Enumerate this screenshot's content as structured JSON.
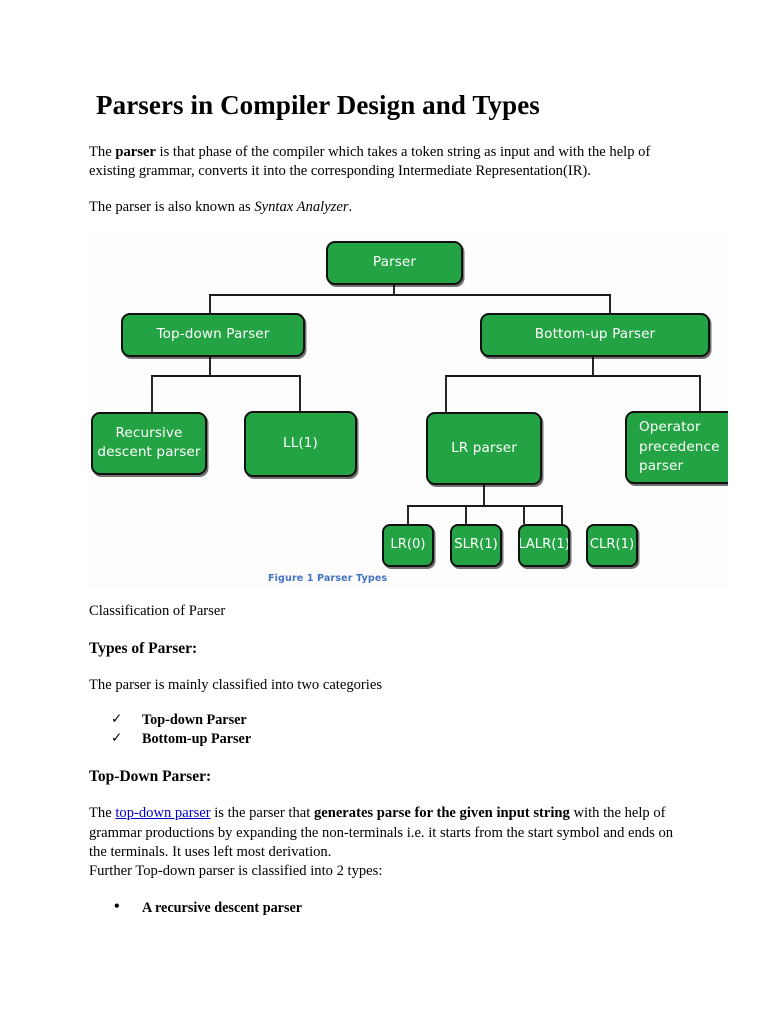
{
  "document": {
    "title": "Parsers in Compiler Design and Types",
    "paragraphs": {
      "intro_a": "The ",
      "intro_bold": "parser",
      "intro_b": " is that phase of the compiler which takes a token string as input and with the help of existing grammar, converts it into the corresponding Intermediate  Representation(IR).",
      "also_known_a": "The parser is also known as ",
      "also_known_italic": "Syntax Analyzer",
      "also_known_b": ".",
      "classification": "Classification of Parser",
      "two_categories": "The parser is mainly classified into two categories",
      "topdown_a": "The ",
      "topdown_link": "top-down parser",
      "topdown_b": " is the parser that ",
      "topdown_bold": "generates parse for the given input string",
      "topdown_c": " with the help of grammar productions by expanding the non-terminals i.e. it starts from the start symbol and ends on the terminals. It uses left most derivation.",
      "further": "Further Top-down parser is classified into 2 types:"
    },
    "headings": {
      "types_of_parser": "Types of Parser:",
      "top_down_parser": "Top-Down Parser:"
    },
    "check_list": [
      {
        "marker": "✓",
        "label": "Top-down Parser"
      },
      {
        "marker": "✓",
        "label": "Bottom-up Parser"
      }
    ],
    "bullet_list": [
      {
        "marker": "•",
        "label": "A recursive descent parser"
      }
    ]
  },
  "figure": {
    "caption": "Figure 1 Parser Types",
    "caption_color": "#4472c4",
    "node_fill": "#24a344",
    "node_border": "#111111",
    "node_text_color": "#ffffff",
    "connector_color": "#1a1a1a",
    "nodes": {
      "root": "Parser",
      "top_down": "Top-down Parser",
      "bottom_up": "Bottom-up Parser",
      "recursive_descent": "Recursive\ndescent parser",
      "ll1": "LL(1)",
      "lr_parser": "LR parser",
      "operator_precedence": "Operator\nprecedence\nparser",
      "lr0": "LR(0)",
      "slr1": "SLR(1)",
      "lalr1": "LALR(1)",
      "clr1": "CLR(1)"
    }
  }
}
